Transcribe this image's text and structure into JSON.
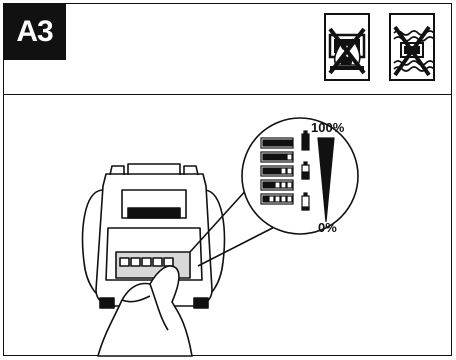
{
  "step_label": "A3",
  "charge_scale": {
    "max_label": "100%",
    "min_label": "0%"
  },
  "warning_icons": [
    "no-fire-icon",
    "no-water-icon"
  ],
  "fuel_gauge_rows": [
    {
      "segments_filled": 5,
      "led": "on"
    },
    {
      "segments_filled": 4,
      "led": "on"
    },
    {
      "segments_filled": 3,
      "led": "half"
    },
    {
      "segments_filled": 2,
      "led": "low"
    },
    {
      "segments_filled": 1,
      "led": "low"
    }
  ],
  "colors": {
    "ink": "#111111",
    "paper": "#ffffff",
    "fill": "#d8d8d8"
  }
}
